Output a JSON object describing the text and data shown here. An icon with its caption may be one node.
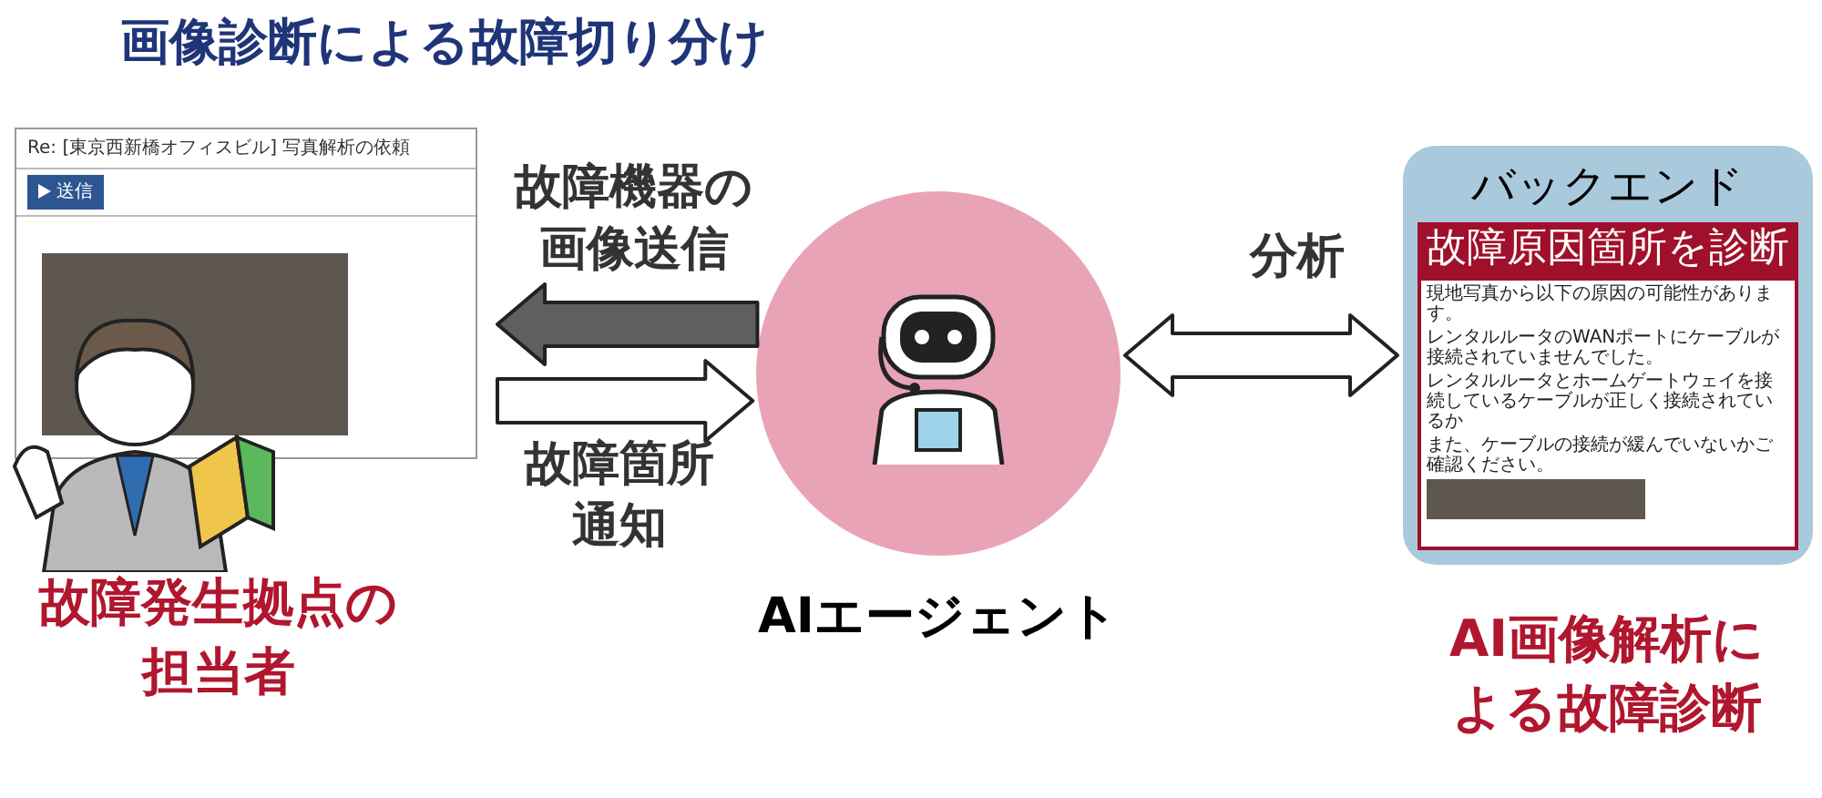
{
  "diagram": {
    "title": "画像診断による故障切り分け",
    "nodes": [
      {
        "text": [
          "故障発生拠点の担当者"
        ]
      },
      {
        "text": [
          "AIエージェント"
        ]
      },
      {
        "text": [
          "バックエンド",
          "故障原因箇所を診断"
        ],
        "beside": [
          "AI画像解析による故障診断"
        ]
      }
    ],
    "edges": [
      {
        "from": 1,
        "to": 0,
        "arrow": "to",
        "label": "故障機器の画像送信",
        "color": "#5f5f5f"
      },
      {
        "from": 0,
        "to": 1,
        "arrow": "to",
        "label": "故障箇所通知"
      },
      {
        "from": 1,
        "to": 2,
        "arrow": "both",
        "label": "分析"
      }
    ],
    "labels": [
      "Re: [東京西新橋オフィスビル] 写真解析の依頼",
      "送信",
      "現地写真から以下の原因の可能性があります。",
      "レンタルルータのWANポートにケーブルが接続されていませんでした。",
      "レンタルルータとホームゲートウェイを接続しているケーブルが正しく接続されているか",
      "また、ケーブルの接続が緩んでいないかご確認ください。"
    ]
  }
}
